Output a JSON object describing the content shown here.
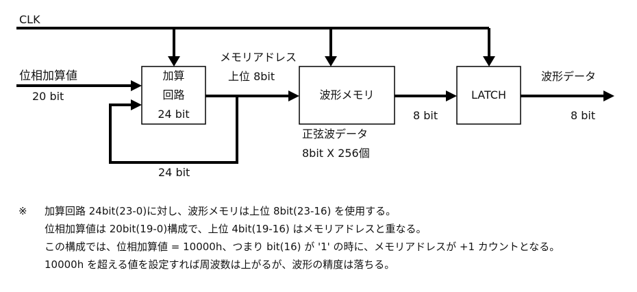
{
  "signals": {
    "clk": "CLK",
    "phase_input_label": "位相加算値",
    "phase_input_bits": "20 bit",
    "memory_address_label_line1": "メモリアドレス",
    "memory_address_label_line2": "上位 8bit",
    "feedback_bits": "24 bit",
    "memory_output_bits": "8 bit",
    "output_label": "波形データ",
    "output_bits": "8 bit"
  },
  "blocks": {
    "adder": {
      "line1": "加算",
      "line2": "回路",
      "line3": "24 bit"
    },
    "memory": {
      "label": "波形メモリ",
      "caption_line1": "正弦波データ",
      "caption_line2": "8bit X 256個"
    },
    "latch": {
      "label": "LATCH"
    }
  },
  "notes": {
    "mark": "※",
    "lines": [
      "加算回路 24bit(23-0)に対し、波形メモリは上位 8bit(23-16) を使用する。",
      "位相加算値は 20bit(19-0)構成で、上位 4bit(19-16) はメモリアドレスと重なる。",
      "この構成では、位相加算値 = 10000h、つまり bit(16) が '1' の時に、メモリアドレスが +1 カウントとなる。",
      "10000h を超える値を設定すれば周波数は上がるが、波形の精度は落ちる。"
    ]
  }
}
